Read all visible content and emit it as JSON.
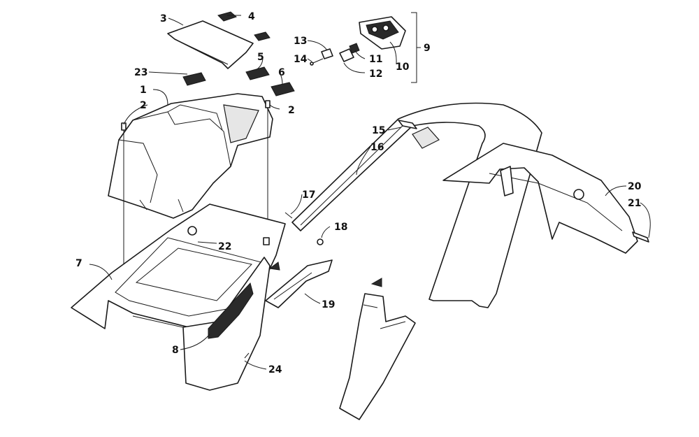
{
  "callouts": {
    "c1": "1",
    "c2a": "2",
    "c2b": "2",
    "c3": "3",
    "c4": "4",
    "c5": "5",
    "c6": "6",
    "c7": "7",
    "c8": "8",
    "c9": "9",
    "c10": "10",
    "c11": "11",
    "c12": "12",
    "c13": "13",
    "c14": "14",
    "c15": "15",
    "c16": "16",
    "c17": "17",
    "c18": "18",
    "c19": "19",
    "c20": "20",
    "c21": "21",
    "c22": "22",
    "c23": "23",
    "c24": "24"
  }
}
